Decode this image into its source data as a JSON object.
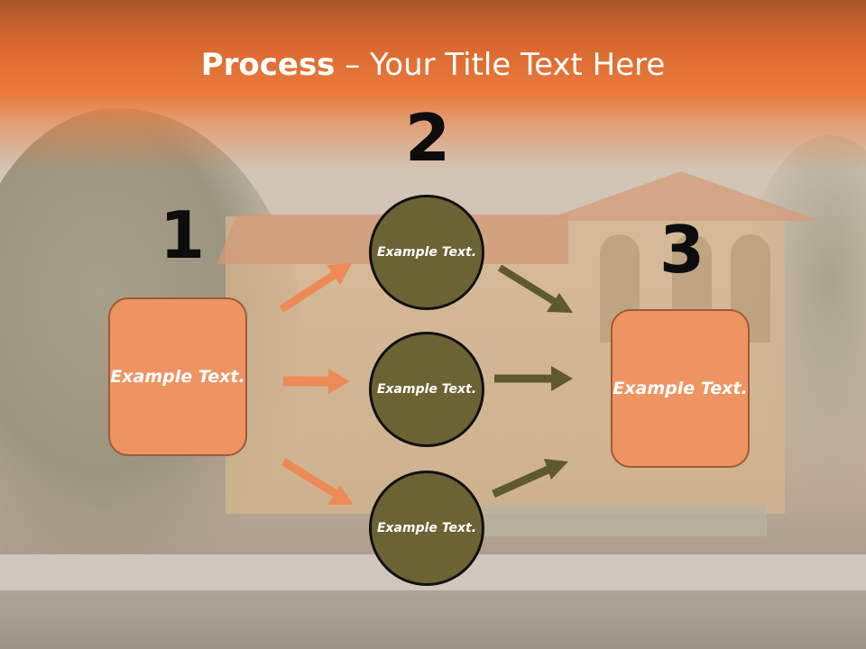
{
  "title": {
    "bold": "Process",
    "rest": " – Your Title Text Here"
  },
  "steps": [
    {
      "number": "1",
      "box_text": "Example Text."
    },
    {
      "number": "2",
      "circles": [
        "Example Text.",
        "Example Text.",
        "Example Text."
      ]
    },
    {
      "number": "3",
      "box_text": "Example Text."
    }
  ],
  "colors": {
    "title_band": "#ea7a3c",
    "box_fill": "#ee9463",
    "circle_fill": "#6b6334",
    "orange_arrow": "#ee8a57",
    "olive_arrow": "#5e5a2e"
  }
}
